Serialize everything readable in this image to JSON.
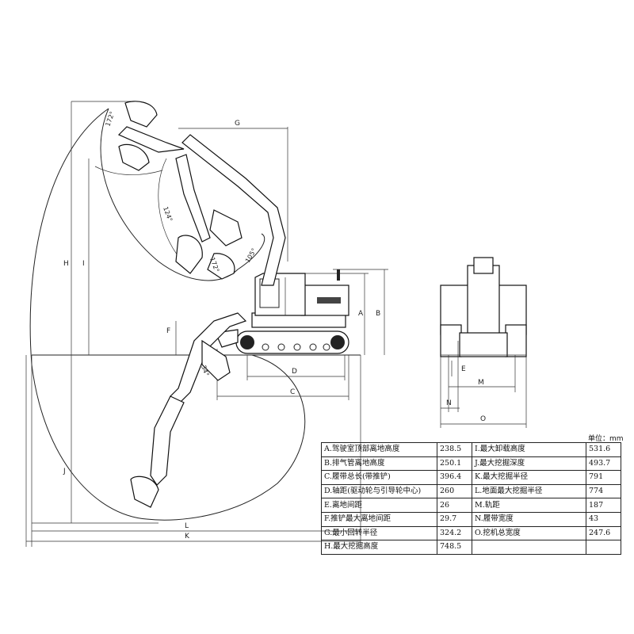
{
  "diagram": {
    "dimension_letters": [
      "A",
      "B",
      "C",
      "D",
      "E",
      "F",
      "G",
      "H",
      "I",
      "J",
      "K",
      "L",
      "M",
      "N",
      "O"
    ],
    "angles": [
      "172°",
      "124°",
      "172°",
      "105°",
      "34°"
    ]
  },
  "table": {
    "unit": "单位：mm",
    "rows": [
      {
        "label": "A.驾驶室顶部离地高度",
        "value": "238.5",
        "label2": "I.最大卸载高度",
        "value2": "531.6"
      },
      {
        "label": "B.排气管离地高度",
        "value": "250.1",
        "label2": "J.最大挖掘深度",
        "value2": "493.7"
      },
      {
        "label": "C.履带总长(带推铲)",
        "value": "396.4",
        "label2": "K.最大挖掘半径",
        "value2": "791"
      },
      {
        "label": "D.轴距(驱动轮与引导轮中心)",
        "value": "260",
        "label2": "L.地面最大挖掘半径",
        "value2": "774"
      },
      {
        "label": "E.离地间距",
        "value": "26",
        "label2": "M.轨距",
        "value2": "187"
      },
      {
        "label": "F.推铲最大离地间距",
        "value": "29.7",
        "label2": "N.履带宽度",
        "value2": "43"
      },
      {
        "label": "G.最小回转半径",
        "value": "324.2",
        "label2": "O.挖机总宽度",
        "value2": "247.6"
      },
      {
        "label": "H.最大挖掘高度",
        "value": "748.5",
        "label2": "",
        "value2": ""
      }
    ]
  }
}
